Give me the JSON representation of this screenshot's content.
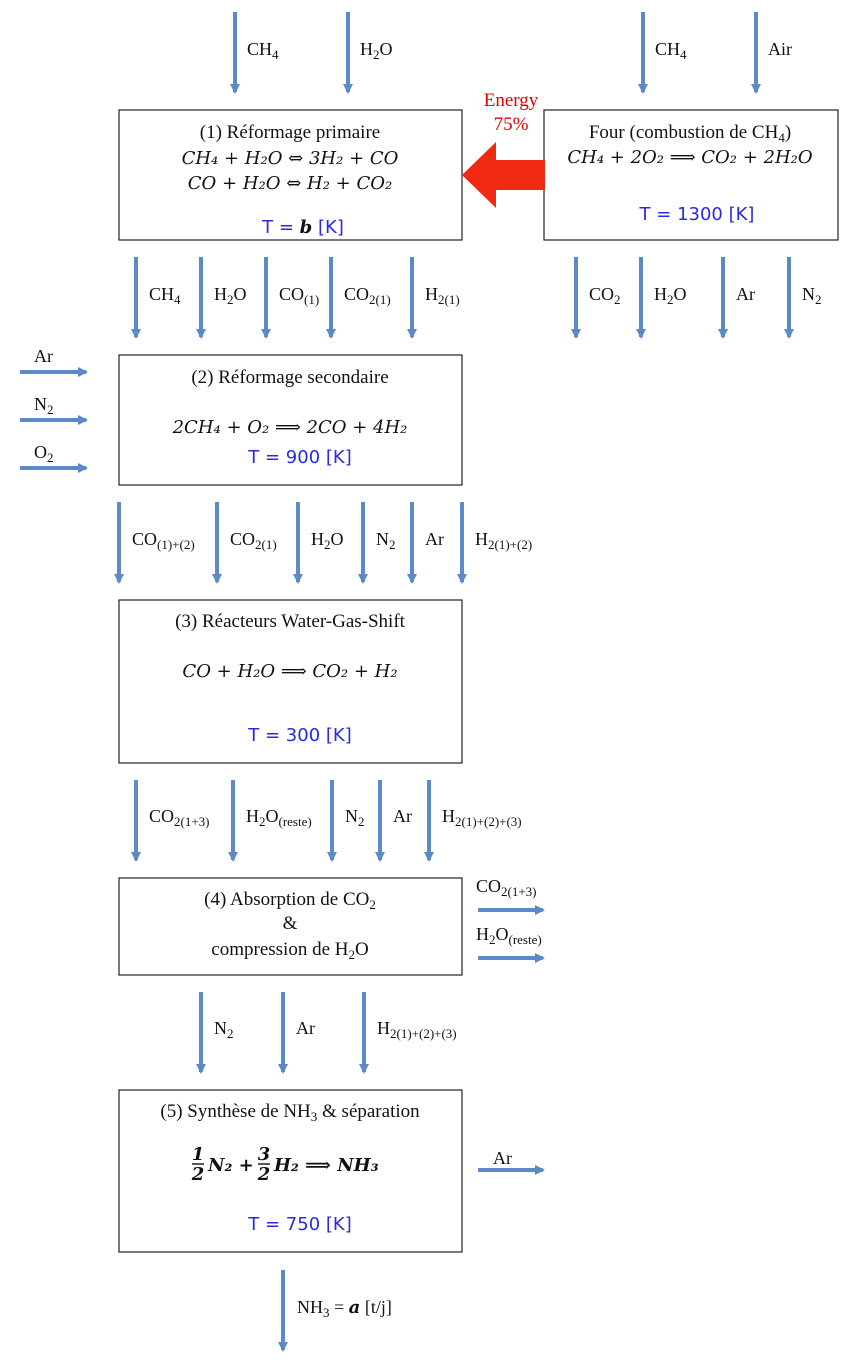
{
  "colors": {
    "arrow": "#5b8ac6",
    "temperature": "#2a2ae0",
    "energy": "#e00000",
    "energy_arrow": "#f02a10",
    "box_border": "#222222"
  },
  "inputs_top": {
    "ch4_label": "CH",
    "ch4_sub": "4",
    "h2o_label": "H",
    "h2o_sub": "2",
    "h2o_tail": "O",
    "four_ch4_label": "CH",
    "four_ch4_sub": "4",
    "air_label": "Air"
  },
  "energy": {
    "label": "Energy",
    "percent": "75%"
  },
  "box1": {
    "title": "(1) Réformage primaire",
    "eq1": "CH₄ + H₂O ⇔ 3H₂ + CO",
    "eq2": "CO +  H₂O ⇔ H₂ + CO₂",
    "temp_prefix": "T = ",
    "temp_var": "b",
    "temp_unit": " [K]"
  },
  "four": {
    "title_a": "Four (combustion de CH",
    "title_sub": "4",
    "title_b": ")",
    "eq": "CH₄ + 2O₂ ⟹ CO₂ + 2H₂O",
    "temp": "T = 1300 [K]"
  },
  "box2": {
    "title": "(2) Réformage secondaire",
    "eq": "2CH₄ + O₂ ⟹ 2CO + 4H₂",
    "temp": "T = 900 [K]"
  },
  "box3": {
    "title": "(3) Réacteurs Water-Gas-Shift",
    "eq": "CO + H₂O  ⟹  CO₂ + H₂",
    "temp": "T = 300 [K]"
  },
  "box4": {
    "title_a": "(4) Absorption de CO",
    "title_sub": "2",
    "amp": "&",
    "line3_a": "compression de H",
    "line3_sub": "2",
    "line3_b": "O"
  },
  "box5": {
    "title_a": "(5) Synthèse de NH",
    "title_sub": "3",
    "title_b": " & séparation",
    "eq_frac1_num": "1",
    "eq_frac1_den": "2",
    "eq_n2": "N₂ +",
    "eq_frac2_num": "3",
    "eq_frac2_den": "2",
    "eq_rest": "H₂ ⟹ NH₃",
    "temp": "T = 750 [K]"
  },
  "streams_1_to_2": [
    {
      "base": "CH",
      "sub": "4",
      "tail": ""
    },
    {
      "base": "H",
      "sub": "2",
      "tail": "O"
    },
    {
      "base": "CO",
      "sub": "(1)",
      "tail": ""
    },
    {
      "base": "CO",
      "sub": "2(1)",
      "tail": ""
    },
    {
      "base": "H",
      "sub": "2(1)",
      "tail": ""
    }
  ],
  "streams_four_out": [
    {
      "base": "CO",
      "sub": "2",
      "tail": ""
    },
    {
      "base": "H",
      "sub": "2",
      "tail": "O"
    },
    {
      "base": "Ar",
      "sub": "",
      "tail": ""
    },
    {
      "base": "N",
      "sub": "2",
      "tail": ""
    }
  ],
  "streams_into_2": [
    {
      "base": "Ar",
      "sub": "",
      "tail": ""
    },
    {
      "base": "N",
      "sub": "2",
      "tail": ""
    },
    {
      "base": "O",
      "sub": "2",
      "tail": ""
    }
  ],
  "streams_2_to_3": [
    {
      "base": "CO",
      "sub": "(1)+(2)",
      "tail": ""
    },
    {
      "base": "CO",
      "sub": "2(1)",
      "tail": ""
    },
    {
      "base": "H",
      "sub": "2",
      "tail": "O"
    },
    {
      "base": "N",
      "sub": "2",
      "tail": ""
    },
    {
      "base": "Ar",
      "sub": "",
      "tail": ""
    },
    {
      "base": "H",
      "sub": "2(1)+(2)",
      "tail": ""
    }
  ],
  "streams_3_to_4": [
    {
      "base": "CO",
      "sub": "2(1+3)",
      "tail": ""
    },
    {
      "base": "H",
      "sub": "2",
      "tail": "O(reste)"
    },
    {
      "base": "N",
      "sub": "2",
      "tail": ""
    },
    {
      "base": "Ar",
      "sub": "",
      "tail": ""
    },
    {
      "base": "H",
      "sub": "2(1)+(2)+(3)",
      "tail": ""
    }
  ],
  "streams_4_out": [
    {
      "base": "CO",
      "sub": "2(1+3)",
      "tail": ""
    },
    {
      "base": "H",
      "sub": "2",
      "tail": "O(reste)"
    }
  ],
  "streams_4_to_5": [
    {
      "base": "N",
      "sub": "2",
      "tail": ""
    },
    {
      "base": "Ar",
      "sub": "",
      "tail": ""
    },
    {
      "base": "H",
      "sub": "2(1)+(2)+(3)",
      "tail": ""
    }
  ],
  "stream_5_out": {
    "base": "Ar",
    "sub": "",
    "tail": ""
  },
  "product": {
    "base": "NH",
    "sub": "3",
    "eq": " = ",
    "var": "a",
    "unit": " [t/j]"
  }
}
